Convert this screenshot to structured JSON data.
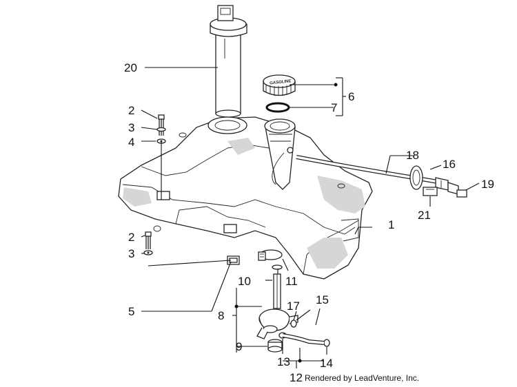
{
  "callouts": [
    {
      "id": "c1",
      "text": "1"
    },
    {
      "id": "c2a",
      "text": "2"
    },
    {
      "id": "c3a",
      "text": "3"
    },
    {
      "id": "c4",
      "text": "4"
    },
    {
      "id": "c2b",
      "text": "2"
    },
    {
      "id": "c3b",
      "text": "3"
    },
    {
      "id": "c5",
      "text": "5"
    },
    {
      "id": "c6",
      "text": "6"
    },
    {
      "id": "c7",
      "text": "7"
    },
    {
      "id": "c8",
      "text": "8"
    },
    {
      "id": "c9",
      "text": "9"
    },
    {
      "id": "c10",
      "text": "10"
    },
    {
      "id": "c11",
      "text": "11"
    },
    {
      "id": "c12",
      "text": "12"
    },
    {
      "id": "c13",
      "text": "13"
    },
    {
      "id": "c14",
      "text": "14"
    },
    {
      "id": "c15",
      "text": "15"
    },
    {
      "id": "c16",
      "text": "16"
    },
    {
      "id": "c17",
      "text": "17"
    },
    {
      "id": "c18",
      "text": "18"
    },
    {
      "id": "c19",
      "text": "19"
    },
    {
      "id": "c20",
      "text": "20"
    },
    {
      "id": "c21",
      "text": "21"
    }
  ],
  "cap_label": "GASOLINE",
  "credit": "Rendered by LeadVenture, Inc."
}
